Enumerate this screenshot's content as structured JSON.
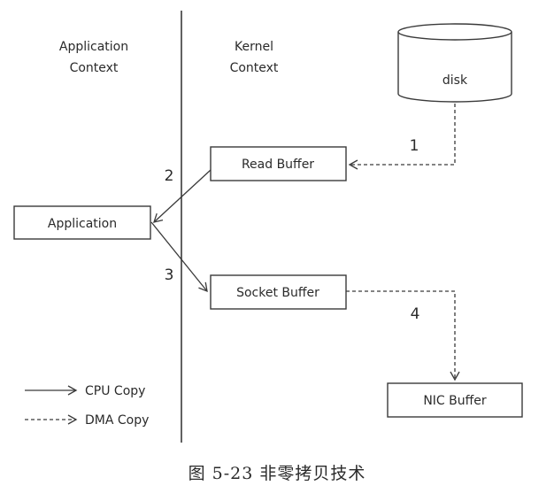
{
  "labels": {
    "application_context_1": "Application",
    "application_context_2": "Context",
    "kernel_context_1": "Kernel",
    "kernel_context_2": "Context"
  },
  "boxes": {
    "disk": "disk",
    "read_buffer": "Read Buffer",
    "application": "Application",
    "socket_buffer": "Socket Buffer",
    "nic_buffer": "NIC Buffer"
  },
  "steps": {
    "step1": "1",
    "step2": "2",
    "step3": "3",
    "step4": "4"
  },
  "legend": {
    "cpu_copy": "CPU Copy",
    "dma_copy": "DMA Copy"
  },
  "caption": "图 5-23   非零拷贝技术",
  "colors": {
    "stroke": "#3a3a3a",
    "text": "#2a2a2a"
  }
}
